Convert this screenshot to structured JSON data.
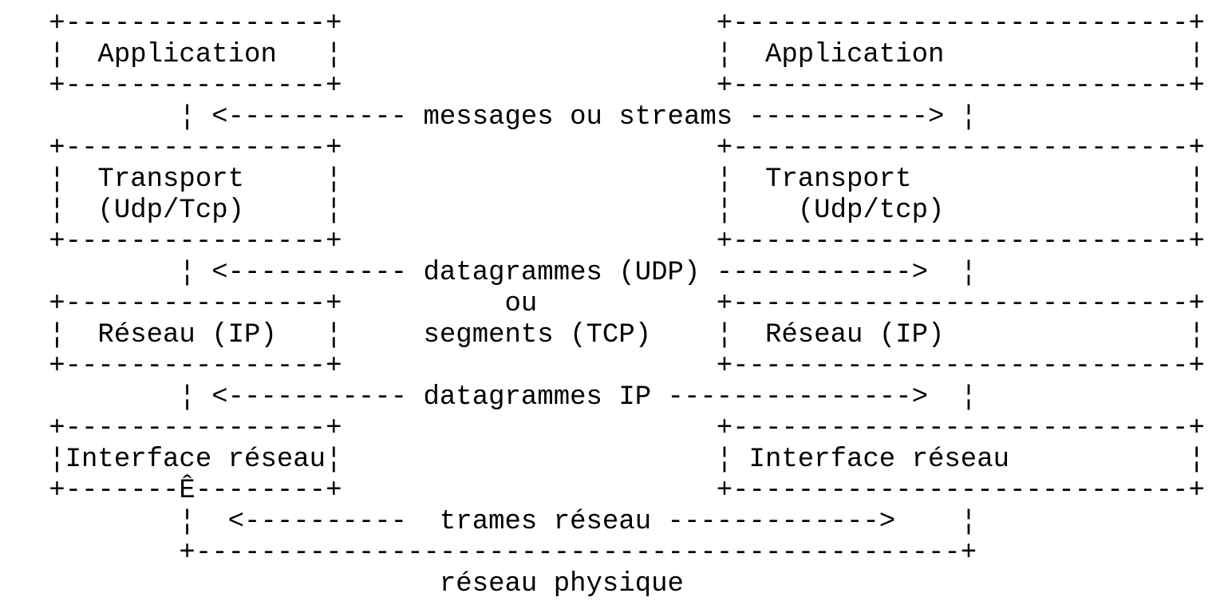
{
  "page": {
    "background_color": "#ffffff",
    "text_color": "#000000"
  },
  "diagram": {
    "kind": "ascii-network-stack-diagram",
    "lines": [
      "   +----------------+                       +----------------------------+",
      "   ¦  Application   ¦                       ¦  Application               ¦",
      "   +----------------+                       +----------------------------+",
      "           ¦ <----------- messages ou streams -----------> ¦",
      "   +----------------+                       +----------------------------+",
      "   ¦  Transport     ¦                       ¦  Transport                 ¦",
      "   ¦  (Udp/Tcp)     ¦                       ¦    (Udp/tcp)               ¦",
      "   +----------------+                       +----------------------------+",
      "           ¦ <----------- datagrammes (UDP) ------------>  ¦",
      "   +----------------+          ou           +----------------------------+",
      "   ¦  Réseau (IP)   ¦     segments (TCP)    ¦  Réseau (IP)               ¦",
      "   +----------------+                       +----------------------------+",
      "           ¦ <----------- datagrammes IP --------------->  ¦",
      "   +----------------+                       +----------------------------+",
      "   ¦Interface réseau¦                       ¦ Interface réseau           ¦",
      "   +-------Ê--------+                       +----------------------------+",
      "           ¦  <----------  trames réseau ------------->    ¦",
      "           +-----------------------------------------------+",
      "                           réseau physique"
    ],
    "left_stack": {
      "layers": [
        "Application",
        "Transport (Udp/Tcp)",
        "Réseau (IP)",
        "Interface réseau"
      ]
    },
    "right_stack": {
      "layers": [
        "Application",
        "Transport (Udp/tcp)",
        "Réseau (IP)",
        "Interface réseau"
      ]
    },
    "exchanges": [
      "messages ou streams",
      "datagrammes (UDP) ou segments (TCP)",
      "datagrammes IP",
      "trames réseau"
    ],
    "physical_network_label": "réseau physique",
    "stray_character": "Ê"
  }
}
